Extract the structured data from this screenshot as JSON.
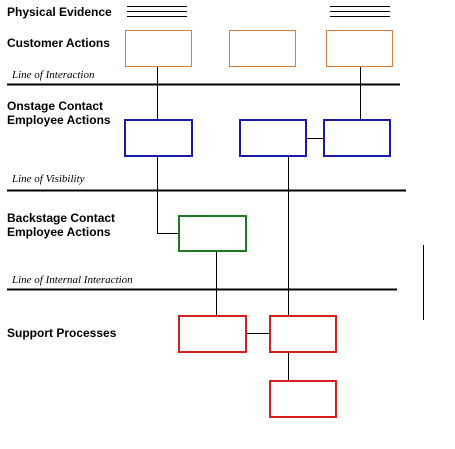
{
  "lanes": {
    "physical_evidence": "Physical Evidence",
    "customer_actions": "Customer Actions",
    "onstage_line1": "Onstage Contact",
    "onstage_line2": "Employee Actions",
    "backstage_line1": "Backstage Contact",
    "backstage_line2": "Employee Actions",
    "support_processes": "Support Processes"
  },
  "lines": {
    "interaction": "Line of Interaction",
    "visibility": "Line of Visibility",
    "internal_interaction": "Line of Internal Interaction"
  },
  "colors": {
    "customer": "#e07b39",
    "onstage": "#1a1aa6",
    "backstage": "#1e7a1e",
    "support": "#d61f1f",
    "line": "#000000"
  }
}
